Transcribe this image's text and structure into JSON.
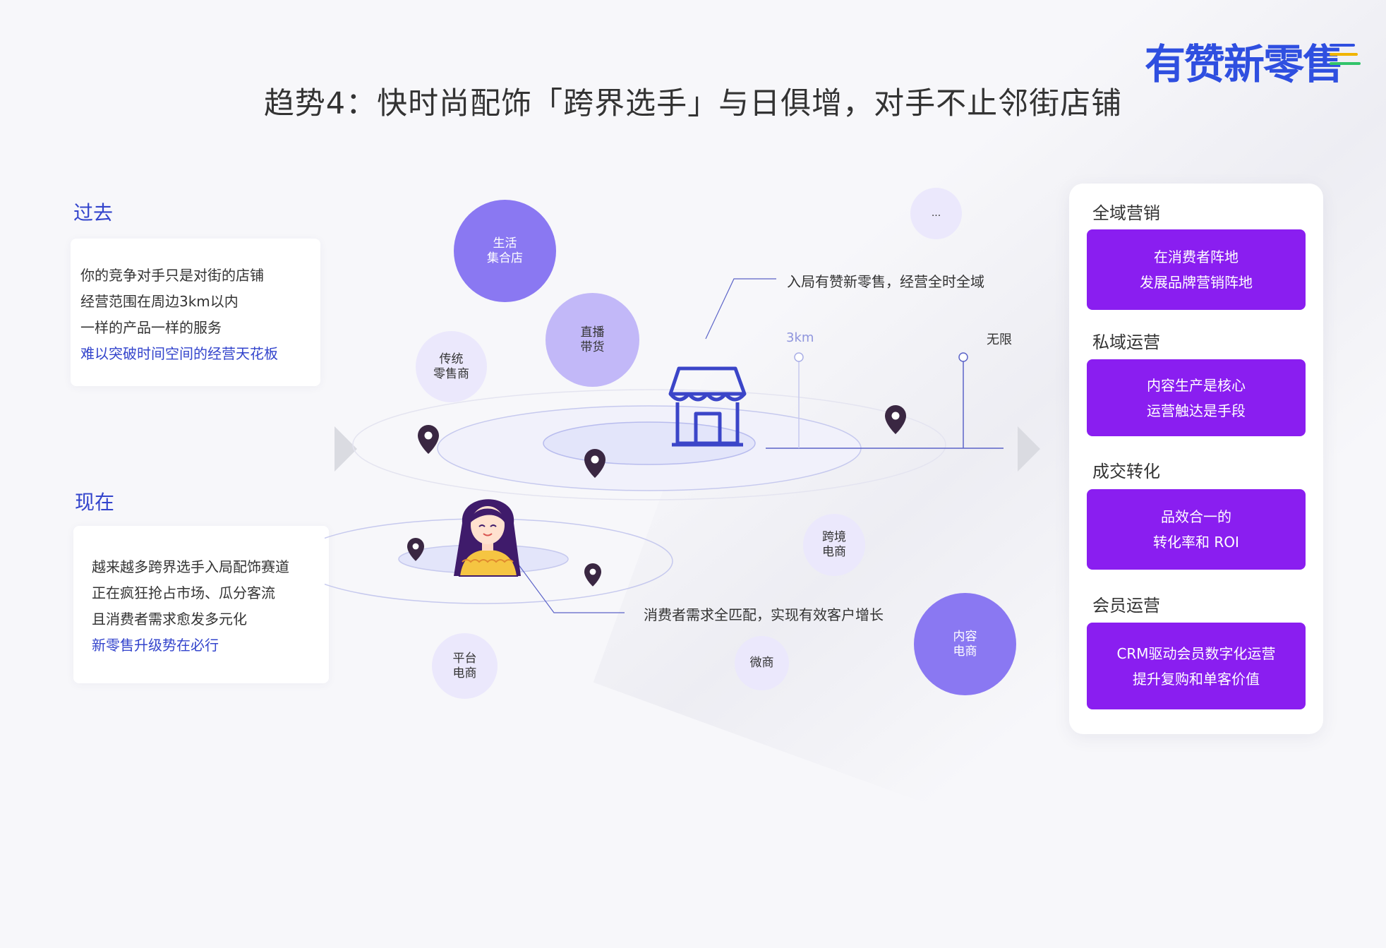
{
  "title": "趋势4：快时尚配饰「跨界选手」与日俱增，对手不止邻街店铺",
  "logo": "有赞新零售",
  "colors": {
    "accent_blue": "#3344cc",
    "purple": "#8a1ef0",
    "bubble_dark": "#8a78f2",
    "bubble_mid": "#c2b8f8",
    "bubble_light": "#ebe8fc"
  },
  "past": {
    "label": "过去",
    "lines": [
      "你的竞争对手只是对街的店铺",
      "经营范围在周边3km以内",
      "一样的产品一样的服务"
    ],
    "highlight": "难以突破时间空间的经营天花板"
  },
  "present": {
    "label": "现在",
    "lines": [
      "越来越多跨界选手入局配饰赛道",
      "正在疯狂抢占市场、瓜分客流",
      "且消费者需求愈发多元化"
    ],
    "highlight": "新零售升级势在必行"
  },
  "bubbles": {
    "life_store": "生活\n集合店",
    "live_selling": "直播\n带货",
    "traditional_retail": "传统\n零售商",
    "more": "...",
    "cross_border": "跨境\n电商",
    "content_ecom": "内容\n电商",
    "platform_ecom": "平台\n电商",
    "wechat_biz": "微商"
  },
  "callouts": {
    "store": "入局有赞新零售，经营全时全域",
    "consumer": "消费者需求全匹配，实现有效客户增长"
  },
  "scale": {
    "near": "3km",
    "far": "无限"
  },
  "panel": [
    {
      "heading": "全域营销",
      "line1": "在消费者阵地",
      "line2": "发展品牌营销阵地"
    },
    {
      "heading": "私域运营",
      "line1": "内容生产是核心",
      "line2": "运营触达是手段"
    },
    {
      "heading": "成交转化",
      "line1": "品效合一的",
      "line2": "转化率和 ROI"
    },
    {
      "heading": "会员运营",
      "line1": "CRM驱动会员数字化运营",
      "line2": "提升复购和单客价值"
    }
  ],
  "icons": [
    "store-icon",
    "location-pin-icon",
    "woman-avatar-icon",
    "chevron-right-icon"
  ]
}
